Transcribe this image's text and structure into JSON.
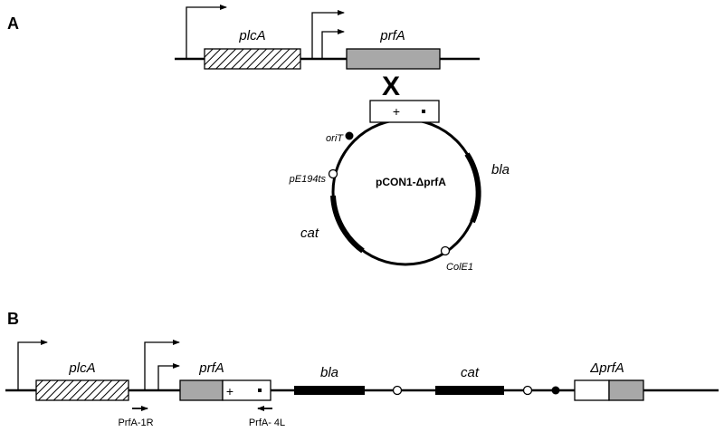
{
  "panels": {
    "a": "A",
    "b": "B"
  },
  "cross_symbol": "X",
  "genes": {
    "plcA": "plcA",
    "prfA": "prfA",
    "bla": "bla",
    "cat": "cat",
    "delta_prfA": "ΔprfA"
  },
  "plasmid": {
    "name": "pCON1-ΔprfA",
    "oriT": "oriT",
    "pE194ts": "pE194ts",
    "ColE1": "ColE1"
  },
  "insert_marks": {
    "plus": "+",
    "dot": "▪"
  },
  "primers": {
    "forward": "PrfA-1R",
    "reverse": "PrfA- 4L"
  },
  "colors": {
    "gray_box": "#a8a8a8",
    "black": "#000000",
    "white": "#ffffff"
  },
  "icons": [
    "promoter-arrow-icon",
    "primer-arrow-icon",
    "hatched-box",
    "filled-dot",
    "open-circle"
  ]
}
